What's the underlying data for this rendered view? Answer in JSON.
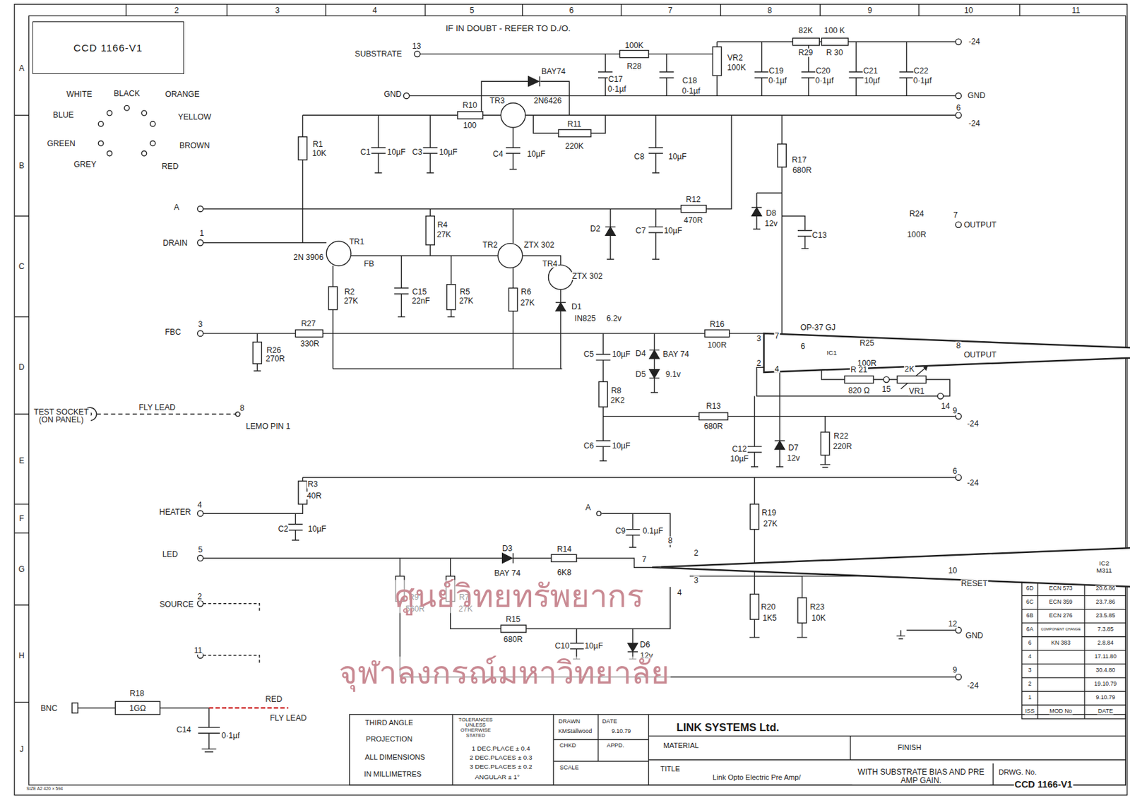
{
  "diagram": {
    "nodes": [
      {
        "text": [
          "CCD 1166-V1"
        ]
      },
      {
        "text": [
          "IC1"
        ]
      },
      {
        "text": [
          "IC2",
          "M311"
        ]
      }
    ],
    "labels": [
      "2",
      "3",
      "4",
      "5",
      "6",
      "7",
      "8",
      "9",
      "10",
      "11",
      "A",
      "B",
      "C",
      "D",
      "E",
      "F",
      "G",
      "H",
      "J",
      "IF IN DOUBT - REFER TO D./O.",
      "13",
      "SUBSTRATE",
      "100K",
      "R28",
      "C17",
      "0·1µf",
      "C18",
      "0·1µf",
      "VR2",
      "100K",
      "82K",
      "R29",
      "100 K",
      "R 30",
      "C19",
      "0·1µf",
      "C20",
      "0·1µf",
      "C21",
      "10µf",
      "C22",
      "0·1µf",
      "-24",
      "GND",
      "GND",
      "BAY74",
      "R10",
      "100",
      "TR3",
      "2N6426",
      "R11",
      "220K",
      "6",
      "-24",
      "WHITE",
      "BLACK",
      "ORANGE",
      "BLUE",
      "YELLOW",
      "GREEN",
      "BROWN",
      "GREY",
      "RED",
      "R1",
      "10K",
      "C1",
      "10µF",
      "C3",
      "10µF",
      "C4",
      "10µF",
      "C8",
      "10µF",
      "R17",
      "680R",
      "A",
      "1",
      "DRAIN",
      "R4",
      "27K",
      "TR1",
      "2N 3906",
      "FB",
      "TR2",
      "ZTX 302",
      "TR4",
      "ZTX 302",
      "D2",
      "C7",
      "10µF",
      "R12",
      "470R",
      "D8",
      "12v",
      "C13",
      "R24",
      "100R",
      "7",
      "OUTPUT",
      "R2",
      "27K",
      "C15",
      "22nF",
      "R5",
      "27K",
      "R6",
      "27K",
      "D1",
      "IN825",
      "6.2v",
      "3",
      "FBC",
      "R27",
      "330R",
      "R26",
      "270R",
      "C5",
      "10µF",
      "D4",
      "BAY 74",
      "D5",
      "9.1v",
      "R16",
      "100R",
      "3",
      "2",
      "7",
      "6",
      "4",
      "OP-37 GJ",
      "R25",
      "100R",
      "8",
      "OUTPUT",
      "R 21",
      "820 Ω",
      "15",
      "2K",
      "VR1",
      "14",
      "TEST SOCKET (ON PANEL)",
      "FLY LEAD",
      "8",
      "LEMO PIN 1",
      "R8",
      "2K2",
      "R13",
      "680R",
      "9",
      "-24",
      "C6",
      "10µF",
      "C12",
      "10µF",
      "D7",
      "12v",
      "R22",
      "220R",
      "6",
      "-24",
      "R3",
      "40R",
      "4",
      "HEATER",
      "C2",
      "10µF",
      "R19",
      "27K",
      "A",
      "C9",
      "0.1µF",
      "5",
      "LED",
      "D3",
      "BAY 74",
      "R14",
      "6K8",
      "8",
      "2",
      "7",
      "3",
      "4",
      "10",
      "RESET",
      "2",
      "SOURCE",
      "R9",
      "560R",
      "R7",
      "27K",
      "R20",
      "1K5",
      "R23",
      "10K",
      "R15",
      "680R",
      "C10",
      "10µF",
      "D6",
      "12v",
      "12",
      "GND",
      "11",
      "9",
      "-24",
      "R18",
      "BNC",
      "1GΩ",
      "RED",
      "FLY LEAD",
      "C14",
      "0·1µf",
      "SIZE A2 420 × 594",
      "THIRD ANGLE",
      "PROJECTION",
      "ALL DIMENSIONS",
      "IN MILLIMETRES",
      "TOLERANCES UNLESS OTHERWISE STATED",
      "1 DEC.PLACE ± 0.4",
      "2 DEC.PLACES ± 0.3",
      "3 DEC.PLACES ± 0.2",
      "ANGULAR ± 1°",
      "DRAWN",
      "KMStallwood",
      "DATE",
      "9.10.79",
      "CHKD",
      "APPD.",
      "SCALE",
      "LINK SYSTEMS Ltd.",
      "MATERIAL",
      "FINISH",
      "TITLE",
      "Link Opto Electric Pre Amp/",
      "WITH SUBSTRATE BIAS AND PRE AMP GAIN.",
      "DRWG. No.",
      "CCD 1166-V1",
      "6D",
      "ECN 573",
      "20.6.86",
      "6C",
      "ECN 359",
      "23.7.86",
      "6B",
      "ECN 276",
      "23.5.85",
      "6A",
      "COMPONENT CHANGE",
      "7.3.85",
      "6",
      "KN 383",
      "2.8.84",
      "4",
      "17.11.80",
      "3",
      "30.4.80",
      "2",
      "19.10.79",
      "1",
      "9.10.79",
      "ISS",
      "MOD No",
      "DATE",
      "ศูนย์วิทยทรัพยากร",
      "จุฬาลงกรณ์มหาวิทยาลัย"
    ]
  }
}
